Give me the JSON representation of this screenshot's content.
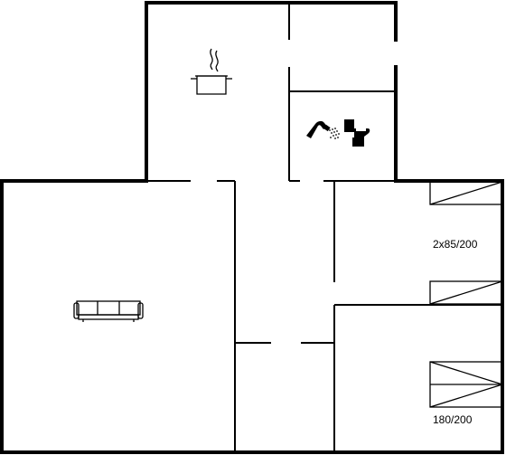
{
  "floorplan": {
    "rooms": {
      "living_room": {
        "fixture": "sofa-icon"
      },
      "kitchen": {
        "fixture": "cooking-pot-icon"
      },
      "bathroom": {
        "fixtures": [
          "shower-icon",
          "toilet-icon"
        ]
      },
      "bedroom_1": {
        "bed_label": "2x85/200",
        "beds": 2
      },
      "bedroom_2": {
        "bed_label": "180/200",
        "beds": 1
      }
    },
    "colors": {
      "wall": "#000000",
      "background": "#ffffff"
    }
  }
}
